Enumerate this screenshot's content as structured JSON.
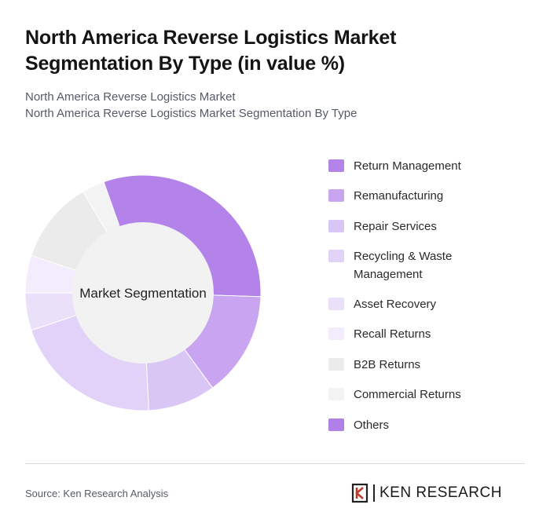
{
  "header": {
    "title": "North America Reverse Logistics Market Segmentation By Type (in value %)",
    "subtitle_line1": "North America Reverse Logistics Market",
    "subtitle_line2": "North America Reverse Logistics Market Segmentation By Type"
  },
  "chart_data": {
    "type": "pie",
    "variant": "donut",
    "center_label": "Market Segmentation",
    "categories": [
      "Return Management",
      "Remanufacturing",
      "Repair Services",
      "Recycling & Waste Management",
      "Asset Recovery",
      "Recall Returns",
      "B2B Returns",
      "Commercial Returns",
      "Others"
    ],
    "values": [
      30,
      14,
      9,
      20,
      5,
      5,
      11,
      3,
      0
    ],
    "colors": [
      "#b383ea",
      "#c9a4f0",
      "#dac6f5",
      "#e2d2f7",
      "#ebe0f9",
      "#f2ecfc",
      "#ebebeb",
      "#f3f3f3",
      "#b07fe8"
    ],
    "legend_position": "right"
  },
  "footer": {
    "source": "Source: Ken Research Analysis",
    "brand": "KEN RESEARCH"
  }
}
